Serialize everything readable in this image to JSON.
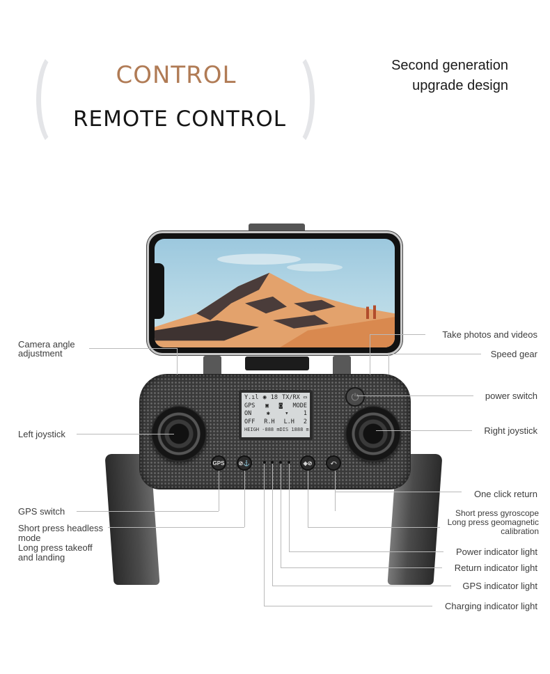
{
  "header": {
    "title_accent": "CONTROL",
    "title_main": "REMOTE CONTROL",
    "subtitle_line1": "Second generation",
    "subtitle_line2": "upgrade design"
  },
  "lcd": {
    "row1": [
      "Y.ıl",
      "◉",
      "18",
      "TX/RX ▭"
    ],
    "row2": [
      "GPS",
      "▣",
      "◙",
      "MODE"
    ],
    "row3": [
      "ON",
      "✱",
      "▾",
      "1"
    ],
    "row4": [
      "OFF",
      "R.H",
      "L.H",
      "2"
    ],
    "row5": [
      "HEIGH -888 m",
      "DIS 1888 m"
    ]
  },
  "buttons": {
    "gps": "GPS",
    "headless": "⊘⚓",
    "gyro": "◈⊘",
    "return": "⤺",
    "power": "⏻"
  },
  "labels_left": {
    "camera_angle_1": "Camera angle",
    "camera_angle_2": "adjustment",
    "left_joystick": "Left joystick",
    "gps_switch": "GPS switch",
    "headless_1": "Short press headless",
    "headless_2": "mode",
    "headless_3": "Long press takeoff",
    "headless_4": "and landing"
  },
  "labels_right": {
    "photos": "Take photos and videos",
    "speed": "Speed gear",
    "power_switch": "power switch",
    "right_joystick": "Right joystick",
    "one_click_return": "One click return",
    "gyro_1": "Short press gyroscope",
    "gyro_2": "Long press geomagnetic",
    "gyro_3": "calibration",
    "power_light": "Power indicator light",
    "return_light": "Return indicator light",
    "gps_light": "GPS indicator light",
    "charging_light": "Charging indicator light"
  },
  "colors": {
    "accent": "#b07b55",
    "title": "#151515",
    "bracket": "#e4e5e8",
    "callout_line": "#b9b9b9",
    "controller": "#3a3a3a"
  }
}
